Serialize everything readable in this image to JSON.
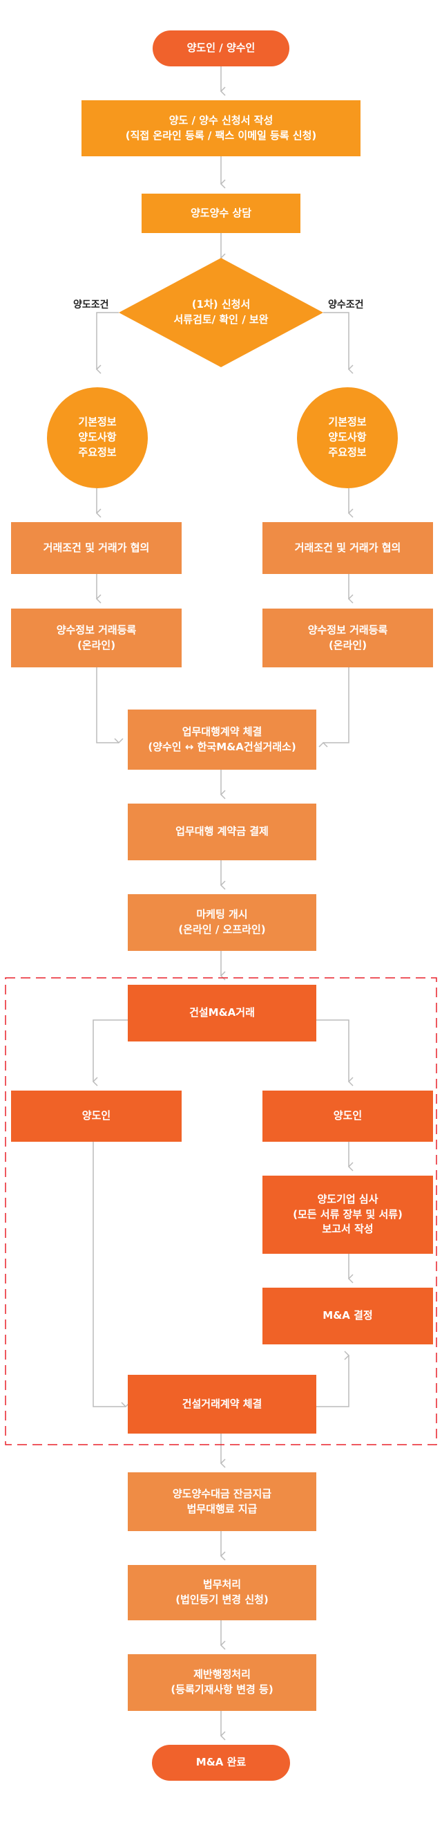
{
  "flow": {
    "start": "양도인 / 양수인",
    "application": "양도 / 양수 신청서 작성\n(직접 온라인 등록  / 팩스 이메일 등록 신청)",
    "consult": "양도양수 상담",
    "review": "(1차) 신청서\n서류검토/ 확인 / 보완",
    "label_left": "양도조건",
    "label_right": "양수조건",
    "info_left": "기본정보\n양도사항\n주요정보",
    "info_right": "기본정보\n양도사항\n주요정보",
    "negotiate_left": "거래조건 및 거래가 협의",
    "negotiate_right": "거래조건 및 거래가 협의",
    "register_left": "양수정보 거래등록\n(온라인)",
    "register_right": "양수정보 거래등록\n(온라인)",
    "agency_contract": "업무대행계약 체결\n(양수인 ↔ 한국M&A건설거래소)",
    "agency_fee": "업무대행 계약금 결제",
    "marketing": "마케팅 개시\n(온라인 / 오프라인)",
    "trade": "건설M&A거래",
    "transferor_left": "양도인",
    "transferor_right": "양도인",
    "audit": "양도기업 심사\n(모든 서류 장부 및 서류)\n보고서 작성",
    "decision": "M&A 결정",
    "trade_contract": "건설거래계약 체결",
    "payment": "양도양수대금 잔금지급\n법무대행료 지급",
    "legal": "법무처리\n(법인등기 변경 신청)",
    "admin": "제반행정처리\n(등록기재사항 변경 등)",
    "end": "M&A 완료"
  },
  "colors": {
    "pill": "#f0622c",
    "amber": "#f7981d",
    "tan": "#ef8c45",
    "red": "#f06227",
    "connector": "#bbbbbb",
    "dashed_frame": "#e8202a"
  }
}
